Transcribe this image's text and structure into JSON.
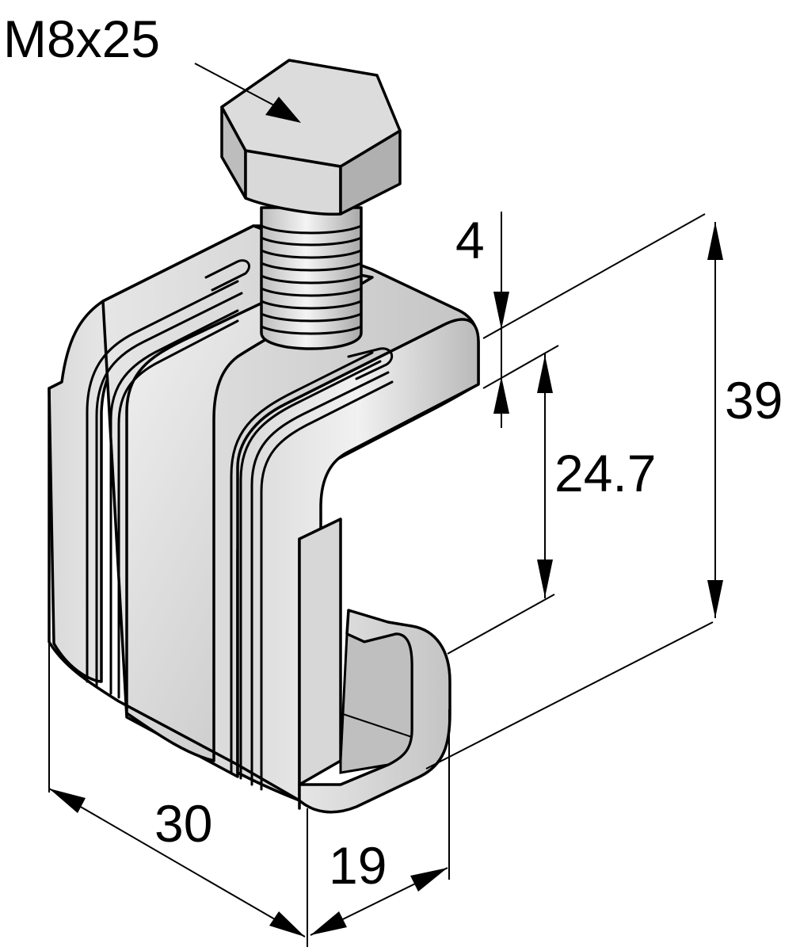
{
  "labels": {
    "bolt": "M8x25",
    "thickness": "4",
    "opening": "24.7",
    "height": "39",
    "length": "30",
    "width": "19"
  },
  "colors": {
    "metal_light": "#e8e8e8",
    "metal_mid": "#c9c9c9",
    "metal_dark": "#a9a9a9",
    "line": "#000000"
  },
  "icons": {
    "arrow": "arrow-icon",
    "dimension-arrowhead": "arrowhead"
  }
}
